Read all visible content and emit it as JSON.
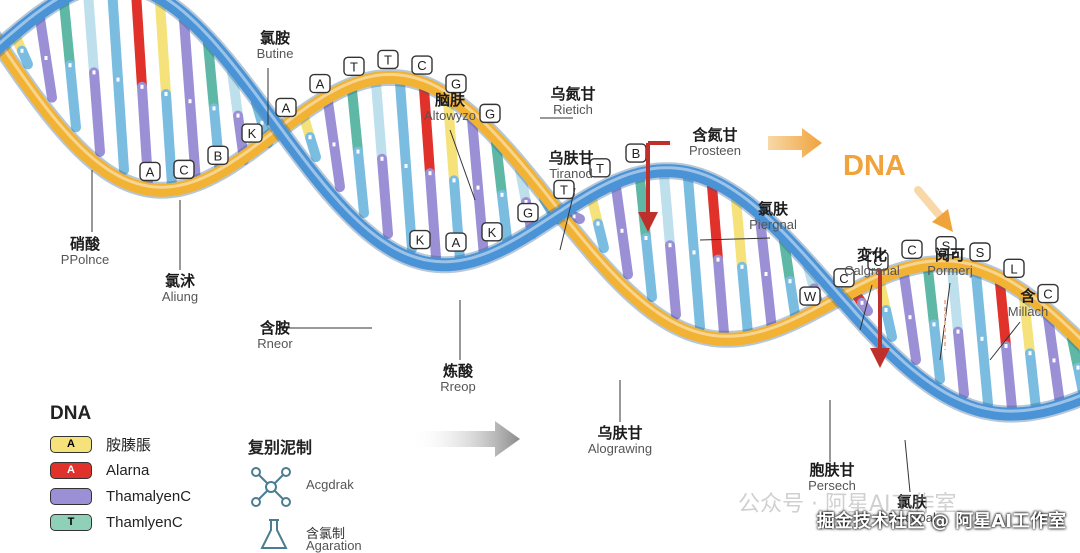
{
  "labels": [
    {
      "id": "butine",
      "cn": "氯胺",
      "en": "Butine"
    },
    {
      "id": "altowyzo",
      "cn": "脑肤",
      "en": "Altowyzo"
    },
    {
      "id": "rietich",
      "cn": "乌氮甘",
      "en": "Rietich"
    },
    {
      "id": "prosteen",
      "cn": "含氮甘",
      "en": "Prosteen"
    },
    {
      "id": "tiranod",
      "cn": "乌肤甘",
      "en": "Tiranod"
    },
    {
      "id": "piergnal",
      "cn": "氯肤",
      "en": "Piergnal"
    },
    {
      "id": "ppolnce",
      "cn": "硝酸",
      "en": "PPolnce"
    },
    {
      "id": "aliung",
      "cn": "氯沭",
      "en": "Aliung"
    },
    {
      "id": "rneor",
      "cn": "含胺",
      "en": "Rneor"
    },
    {
      "id": "rreop",
      "cn": "炼酸",
      "en": "Rreop"
    },
    {
      "id": "calgranal",
      "cn": "変化",
      "en": "Calgranal"
    },
    {
      "id": "pormerj",
      "cn": "阋可",
      "en": "Pormerj"
    },
    {
      "id": "millach",
      "cn": "含",
      "en": "Millach"
    },
    {
      "id": "alograwing",
      "cn": "乌肤甘",
      "en": "Alograwing"
    },
    {
      "id": "persech",
      "cn": "胞肤甘",
      "en": "Persech"
    },
    {
      "id": "decupal",
      "cn": "氯肤",
      "en": "Decupal"
    }
  ],
  "bases": [
    "A",
    "C",
    "B",
    "K",
    "A",
    "A",
    "T",
    "T",
    "C",
    "G",
    "G",
    "K",
    "A",
    "K",
    "G",
    "T",
    "T",
    "B",
    "W",
    "C",
    "C",
    "C",
    "S",
    "S",
    "L",
    "C"
  ],
  "dna_title": "DNA",
  "legend": {
    "title": "DNA",
    "items": [
      {
        "chip": "A",
        "label": "胺腠脹",
        "fill": "#f6e27a"
      },
      {
        "chip": "A",
        "label": "Alarna",
        "fill": "#e0322b"
      },
      {
        "chip": "",
        "label": "ThamalyenC",
        "fill": "#9b8fd6"
      },
      {
        "chip": "T",
        "label": "ThamlyenC",
        "fill": "#8fd0b8"
      }
    ]
  },
  "process": {
    "title": "复别泥制",
    "items": [
      "Acgdrak",
      "含氯制",
      "Agaration"
    ]
  },
  "watermark": "掘金技术社区 @ 阿星AI工作室",
  "watermark_faint": "公众号 · 阿星AI工作室",
  "colors": {
    "blue_strand": "#4a93d6",
    "orange_strand": "#f2b233",
    "red_arrow": "#c0302a",
    "orange_arrow": "#f0a33a",
    "rung_palette": [
      "#e0322b",
      "#f6e27a",
      "#9b8fd6",
      "#5fb8a6",
      "#bde0ec",
      "#7bbde0"
    ]
  }
}
